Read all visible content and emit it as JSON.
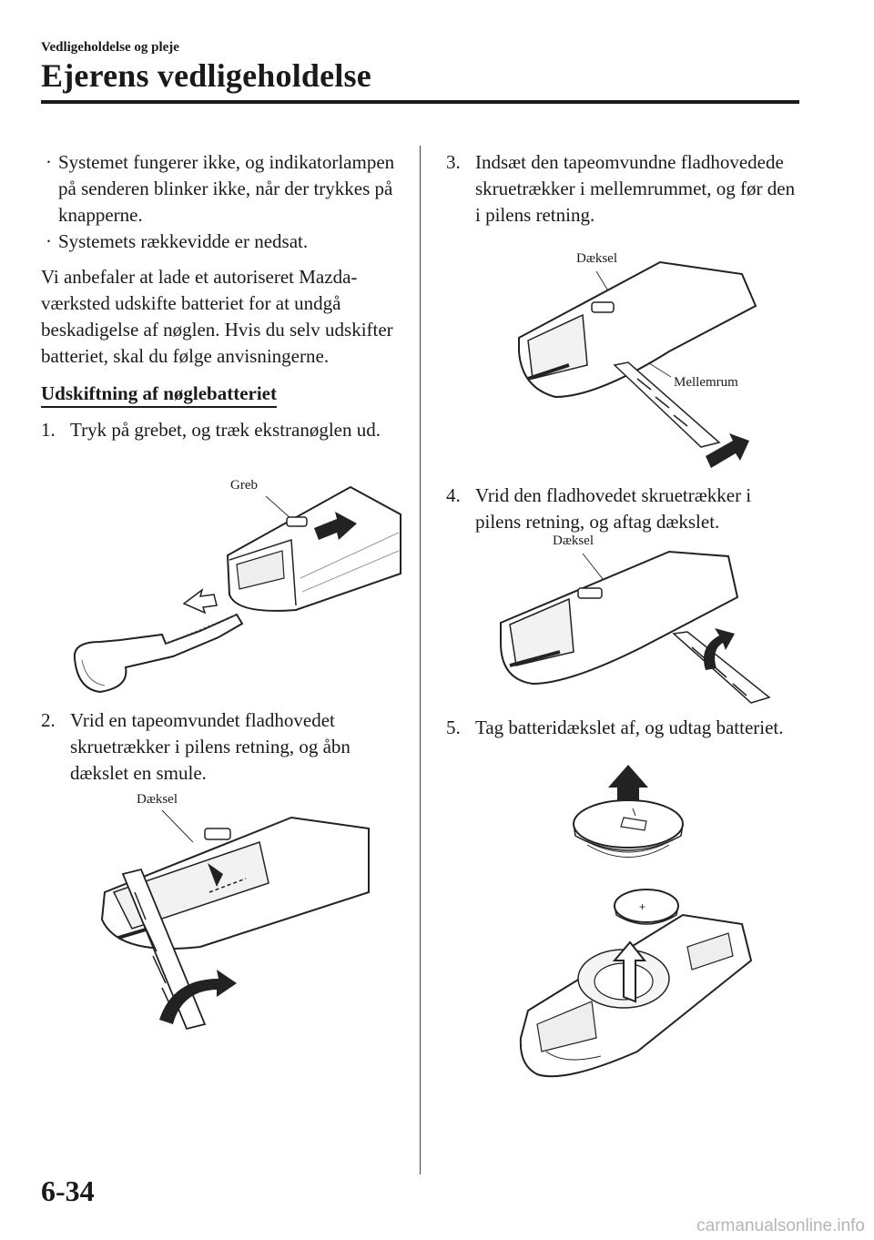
{
  "header": {
    "section": "Vedligeholdelse og pleje",
    "title": "Ejerens vedligeholdelse"
  },
  "left": {
    "bullets": [
      "Systemet fungerer ikke, og indikatorlampen på senderen blinker ikke, når der trykkes på knapperne.",
      "Systemets rækkevidde er nedsat."
    ],
    "bullet_glyph": "·",
    "paragraph": "Vi anbefaler at lade et autoriseret Mazda-værksted udskifte batteriet for at undgå beskadigelse af nøglen. Hvis du selv udskifter batteriet, skal du følge anvisningerne.",
    "subheading": "Udskiftning af nøglebatteriet",
    "steps": [
      {
        "num": "1.",
        "text": "Tryk på grebet, og træk ekstranøglen ud."
      },
      {
        "num": "2.",
        "text": "Vrid en tapeomvundet fladhovedet skruetrækker i pilens retning, og åbn dækslet en smule."
      }
    ]
  },
  "right": {
    "steps": [
      {
        "num": "3.",
        "text": "Indsæt den tapeomvundne fladhovedede skruetrækker i mellemrummet, og før den i pilens retning."
      },
      {
        "num": "4.",
        "text": "Vrid den fladhovedet skruetrækker i pilens retning, og aftag dækslet."
      },
      {
        "num": "5.",
        "text": "Tag batteridækslet af, og udtag batteriet."
      }
    ]
  },
  "figures": {
    "fig1": {
      "label": "Greb"
    },
    "fig2": {
      "label": "Dæksel"
    },
    "fig3": {
      "label_cover": "Dæksel",
      "label_gap": "Mellemrum"
    },
    "fig4": {
      "label": "Dæksel"
    }
  },
  "footer": {
    "page_number": "6-34",
    "watermark": "carmanualsonline.info"
  }
}
